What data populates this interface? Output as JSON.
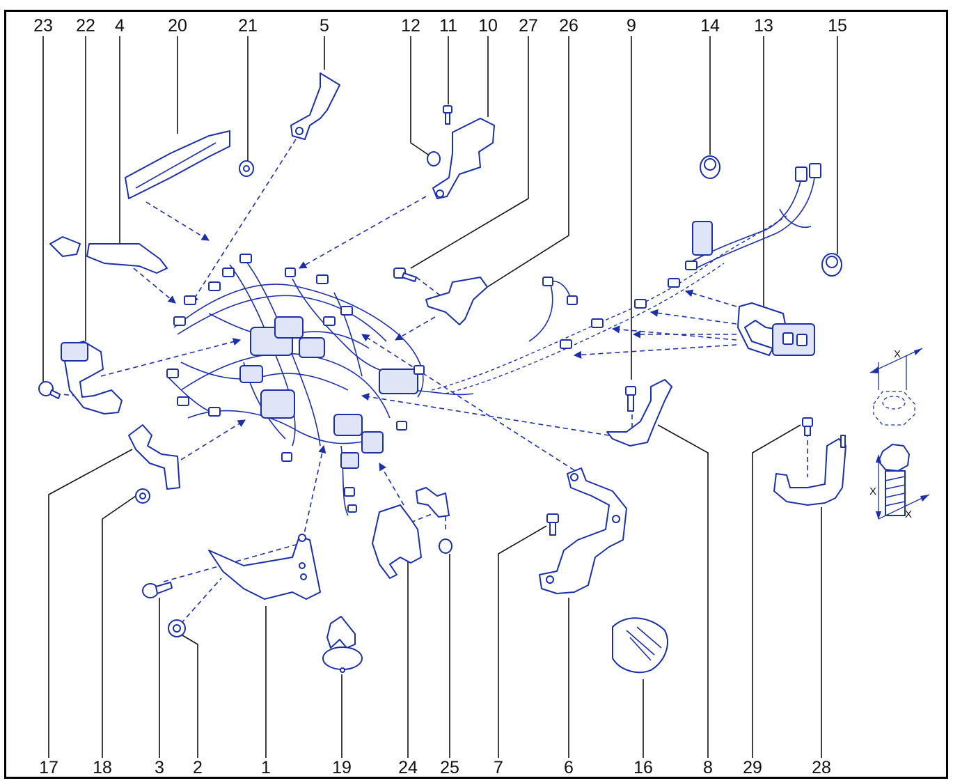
{
  "diagram": {
    "top_labels": [
      "23",
      "22",
      "4",
      "20",
      "21",
      "5",
      "12",
      "11",
      "10",
      "27",
      "26",
      "9",
      "14",
      "13",
      "15"
    ],
    "bottom_labels": [
      "17",
      "18",
      "3",
      "2",
      "1",
      "19",
      "24",
      "25",
      "7",
      "6",
      "16",
      "8",
      "29",
      "28"
    ],
    "dimension_mark": "X",
    "colors": {
      "line": "#1a2fa8",
      "text": "#111111",
      "frame": "#000000"
    }
  }
}
